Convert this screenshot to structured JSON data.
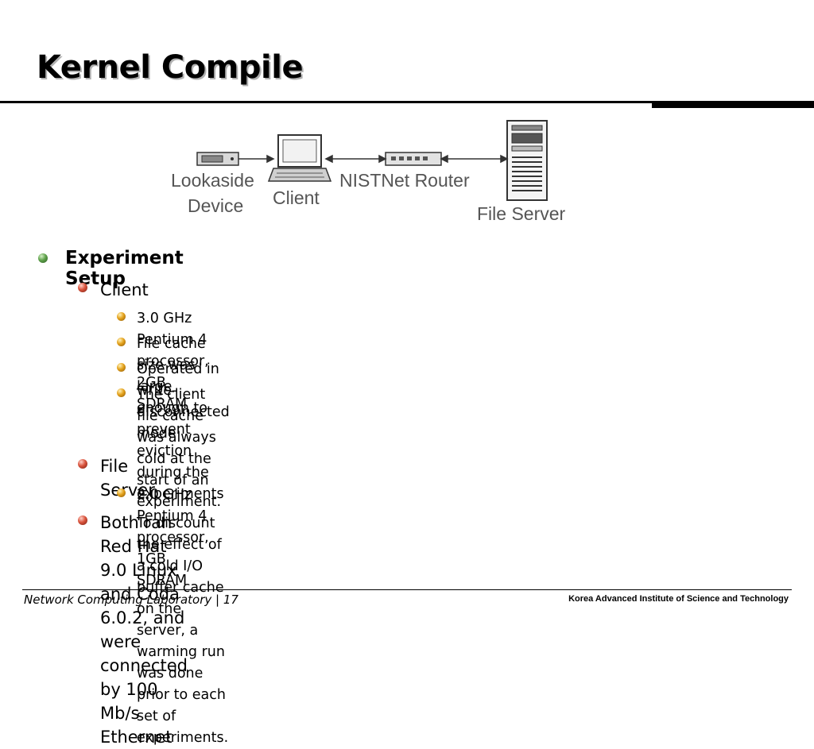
{
  "slide": {
    "title": "Kernel Compile"
  },
  "diagram": {
    "labels": {
      "lookaside_line1": "Lookaside",
      "lookaside_line2": "Device",
      "client": "Client",
      "router": "NISTNet Router",
      "server": "File Server"
    },
    "icons": [
      "storage-device-icon",
      "laptop-icon",
      "router-icon",
      "server-tower-icon"
    ],
    "colors": {
      "icon_stroke": "#333333",
      "label": "#555555"
    }
  },
  "bullets": {
    "level1": {
      "label": "Experiment Setup"
    },
    "client": {
      "label": "Client",
      "items": [
        "3.0 GHz Pentium 4 processor, 2GB SDRAM",
        "File cache size was large enough to prevent eviction during the experiments",
        "Operated in write-disconnected mode",
        "The client file cache was always cold at the start of an experiment. To discount",
        "the effect of a cold I/O buffer cache on the server, a warming run was done",
        "prior to each set of experiments."
      ]
    },
    "server": {
      "label": "File Server",
      "items": [
        "2.0 GHz Pentium 4 processor, 1GB SDRAM"
      ]
    },
    "both": {
      "line1": "Both ran Red Hat 9.0 Linux and Coda 6.0.2, and were connected by 100",
      "line2": "Mb/s Ethernet"
    },
    "bullet_colors": {
      "level1": "#5fa24b",
      "level2": "#d9533c",
      "level3": "#e4a21c"
    }
  },
  "footer": {
    "left": "Network Computing Laboratory | 17",
    "right": "Korea Advanced Institute of Science and Technology"
  }
}
